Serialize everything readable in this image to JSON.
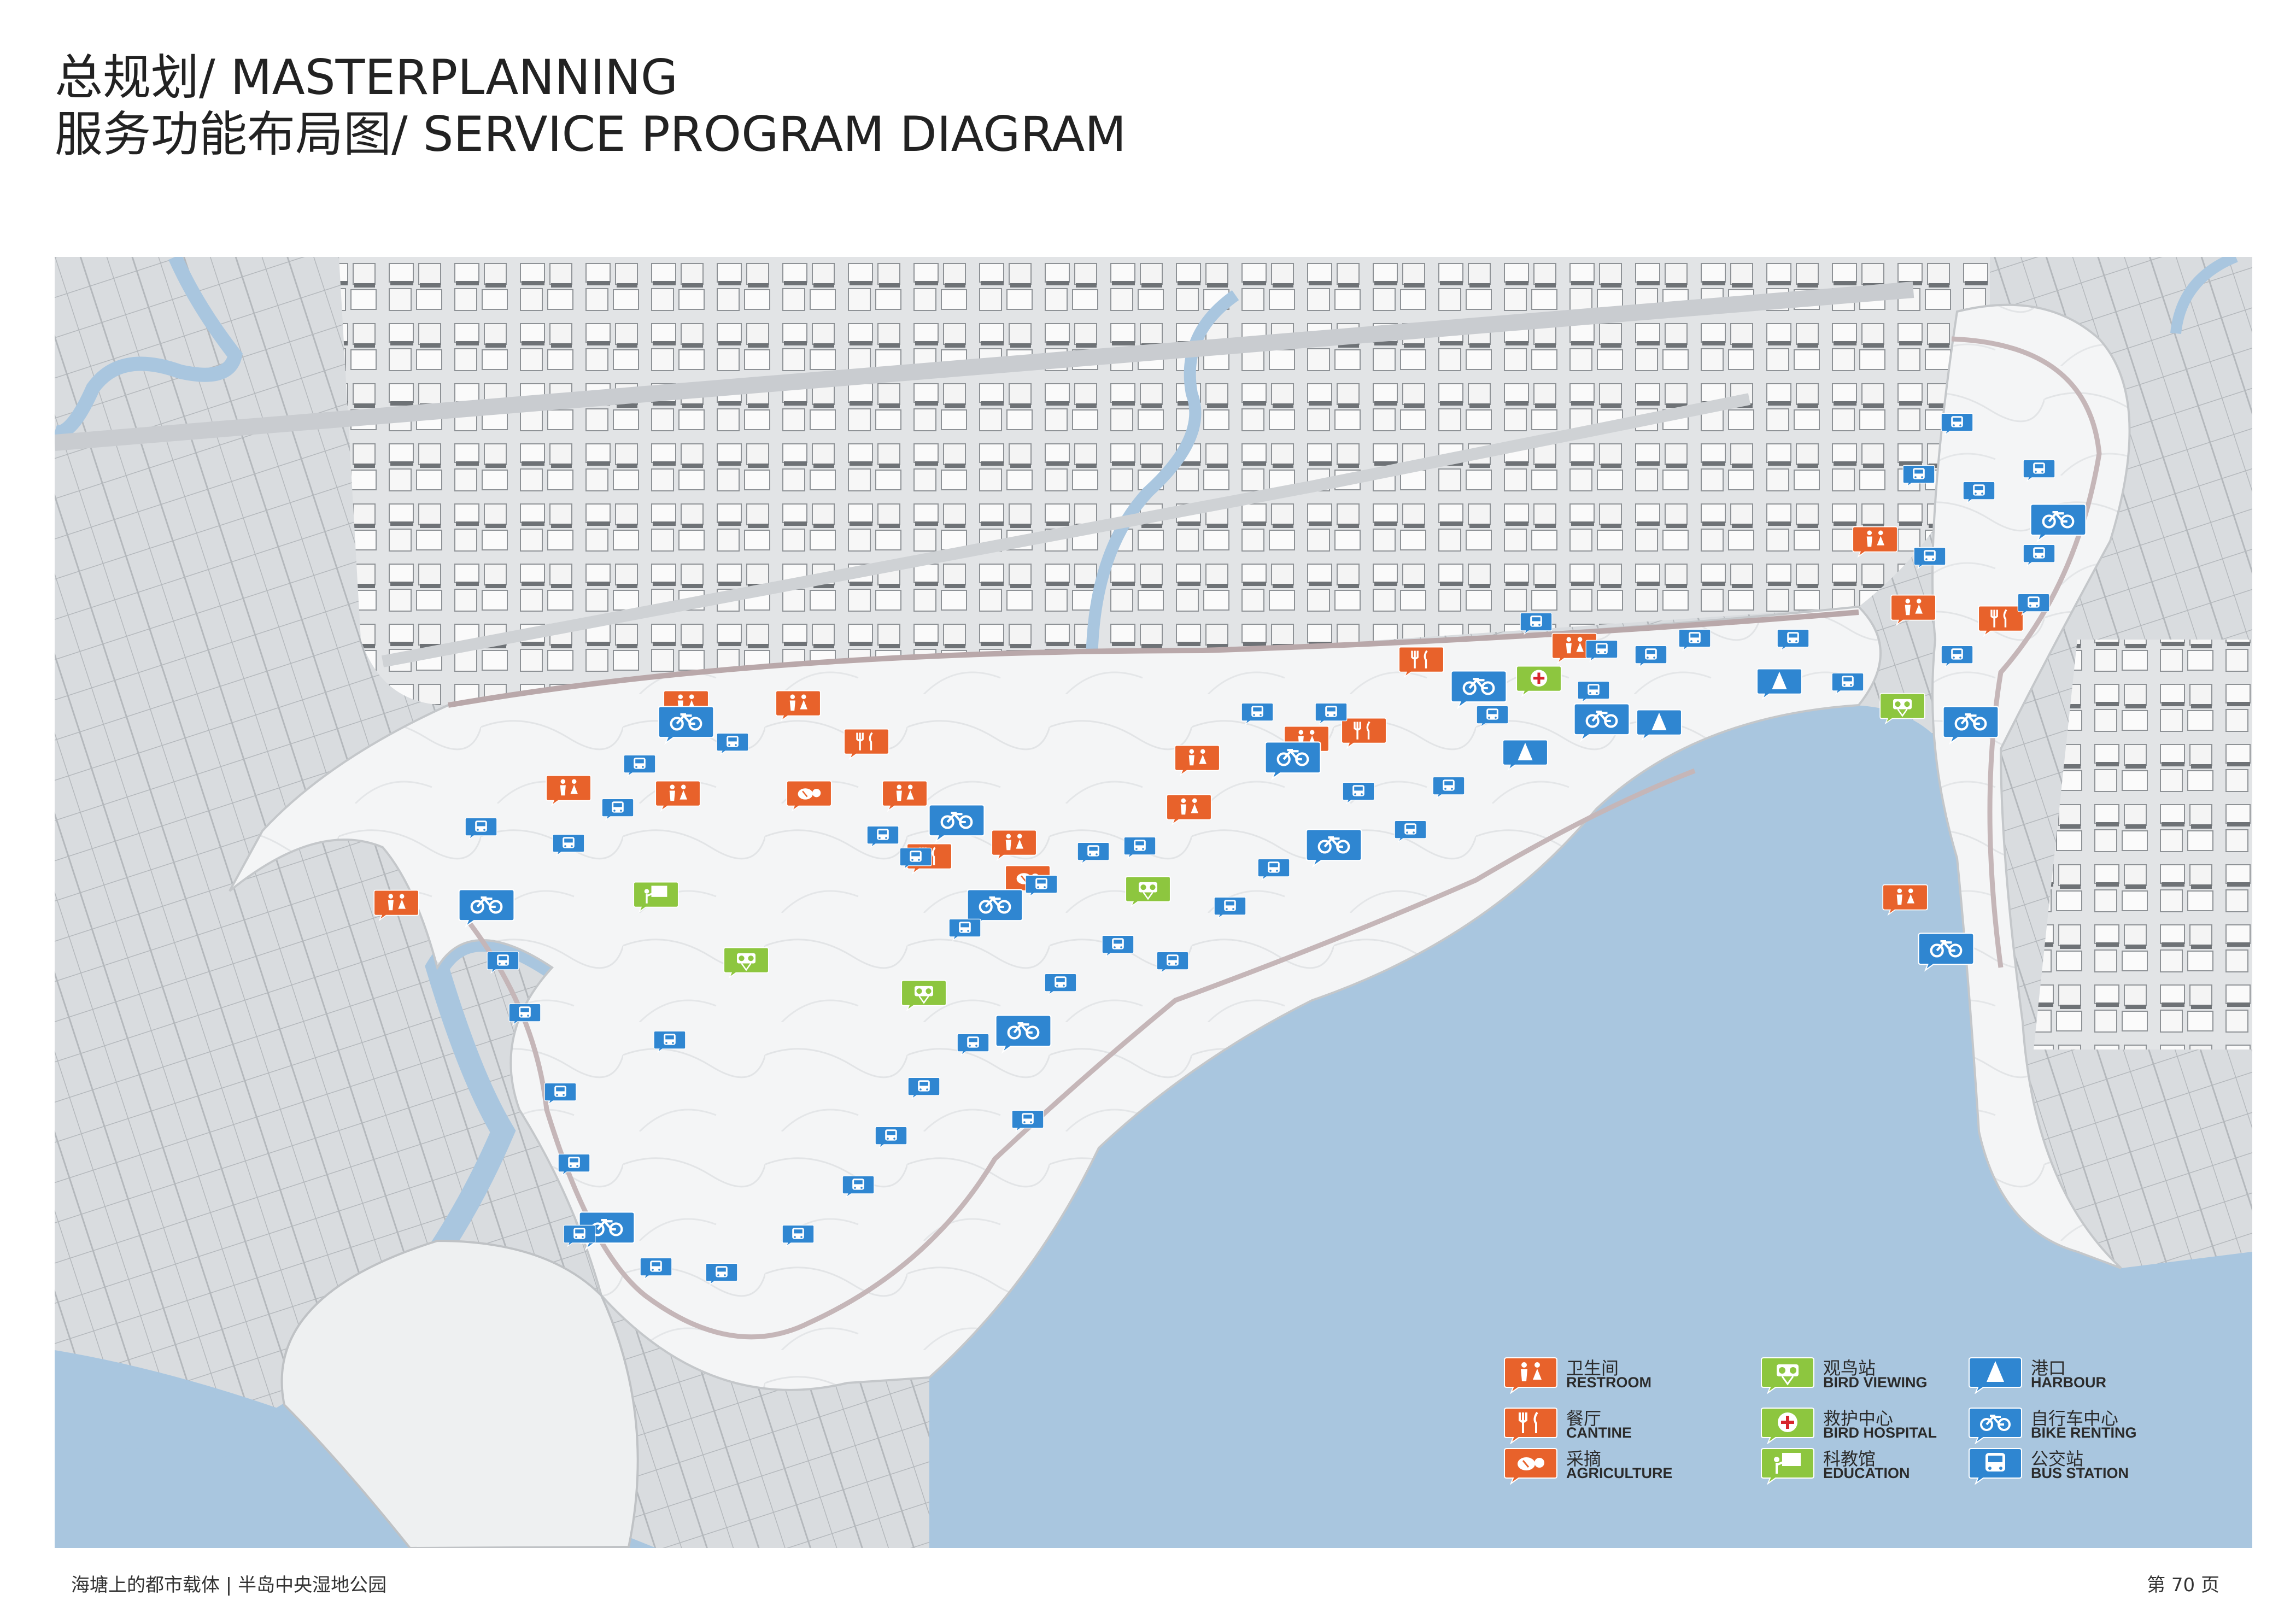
{
  "title": {
    "line1": "总规划/ MASTERPLANNING",
    "line2": "服务功能布局图/ SERVICE PROGRAM DIAGRAM"
  },
  "colors": {
    "restroom": "#e8622b",
    "cantine": "#e8622b",
    "agriculture": "#e8622b",
    "bird_viewing": "#8dc63f",
    "bird_hospital": "#8dc63f",
    "education": "#8dc63f",
    "harbour": "#2f86d1",
    "bike_renting": "#2f86d1",
    "bus_station": "#2f86d1",
    "water": "#a9c6df",
    "park": "#f3f4f5",
    "city": "#dcdfe2"
  },
  "legend": [
    {
      "key": "restroom",
      "icon": "restroom-icon",
      "zh": "卫生间",
      "en": "RESTROOM"
    },
    {
      "key": "cantine",
      "icon": "cutlery-icon",
      "zh": "餐厅",
      "en": "CANTINE"
    },
    {
      "key": "agriculture",
      "icon": "harvest-icon",
      "zh": "采摘",
      "en": "AGRICULTURE"
    },
    {
      "key": "bird_viewing",
      "icon": "binoculars-icon",
      "zh": "观鸟站",
      "en": "BIRD VIEWING"
    },
    {
      "key": "bird_hospital",
      "icon": "medical-cross-icon",
      "zh": "救护中心",
      "en": "BIRD HOSPITAL"
    },
    {
      "key": "education",
      "icon": "teacher-board-icon",
      "zh": "科教馆",
      "en": "EDUCATION"
    },
    {
      "key": "harbour",
      "icon": "sail-icon",
      "zh": "港口",
      "en": "HARBOUR"
    },
    {
      "key": "bike_renting",
      "icon": "bicycle-icon",
      "zh": "自行车中心",
      "en": "BIKE RENTING"
    },
    {
      "key": "bus_station",
      "icon": "bus-icon",
      "zh": "公交站",
      "en": "BUS STATION"
    }
  ],
  "footer": {
    "left": "海塘上的都市载体 | 半岛中央湿地公园",
    "right": "第 70 页"
  }
}
